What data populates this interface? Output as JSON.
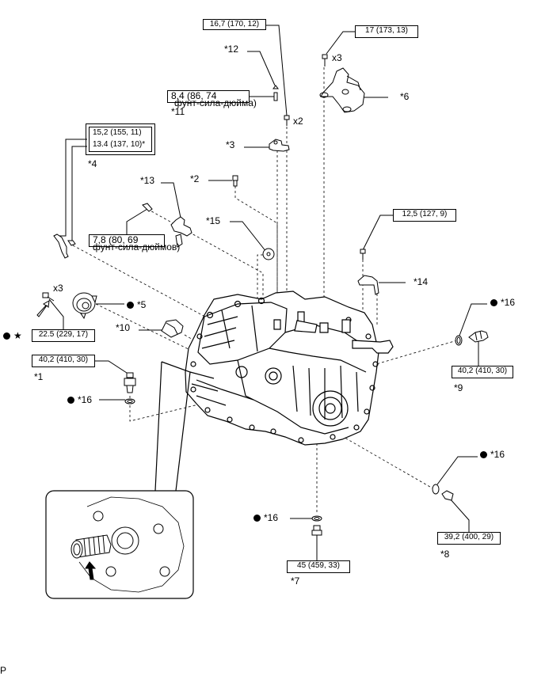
{
  "torque_boxes": {
    "t12": "16,7 (170, 12)",
    "t6": "17 (173, 13)",
    "t11_main": "8,4 (86, 74",
    "t11_sub": "фунт-сила-дюйма)",
    "t4_a": "15,2 (155, 11)",
    "t4_b": "13.4 (137, 10)*",
    "t13_main": "7,8 (80, 69",
    "t13_sub": "фунт-сила-дюймов)",
    "t14": "12,5 (127, 9)",
    "t5": "22.5 (229, 17)",
    "t1": "40,2 (410, 30)",
    "t9": "40,2 (410, 30)",
    "t8": "39,2 (400, 29)",
    "t7": "45 (459, 33)"
  },
  "labels": {
    "p12": "*12",
    "p11": "*11",
    "p6": "*6",
    "x3_top": "x3",
    "x2": "x2",
    "p3": "*3",
    "p4": "*4",
    "p13": "*13",
    "p2": "*2",
    "p15": "*15",
    "p14": "*14",
    "x3_left": "x3",
    "p5": "*5",
    "p10": "*10",
    "p16_right_top": "*16",
    "p9": "*9",
    "p1": "*1",
    "p16_left": "*16",
    "p16_right_bot": "*16",
    "p16_bottom": "*16",
    "p8": "*8",
    "p7": "*7",
    "star": "★",
    "corner": "P"
  },
  "icons": {
    "dot": "filled-circle-symbol",
    "star": "star-symbol"
  },
  "colors": {
    "line": "#000000",
    "background": "#ffffff"
  }
}
